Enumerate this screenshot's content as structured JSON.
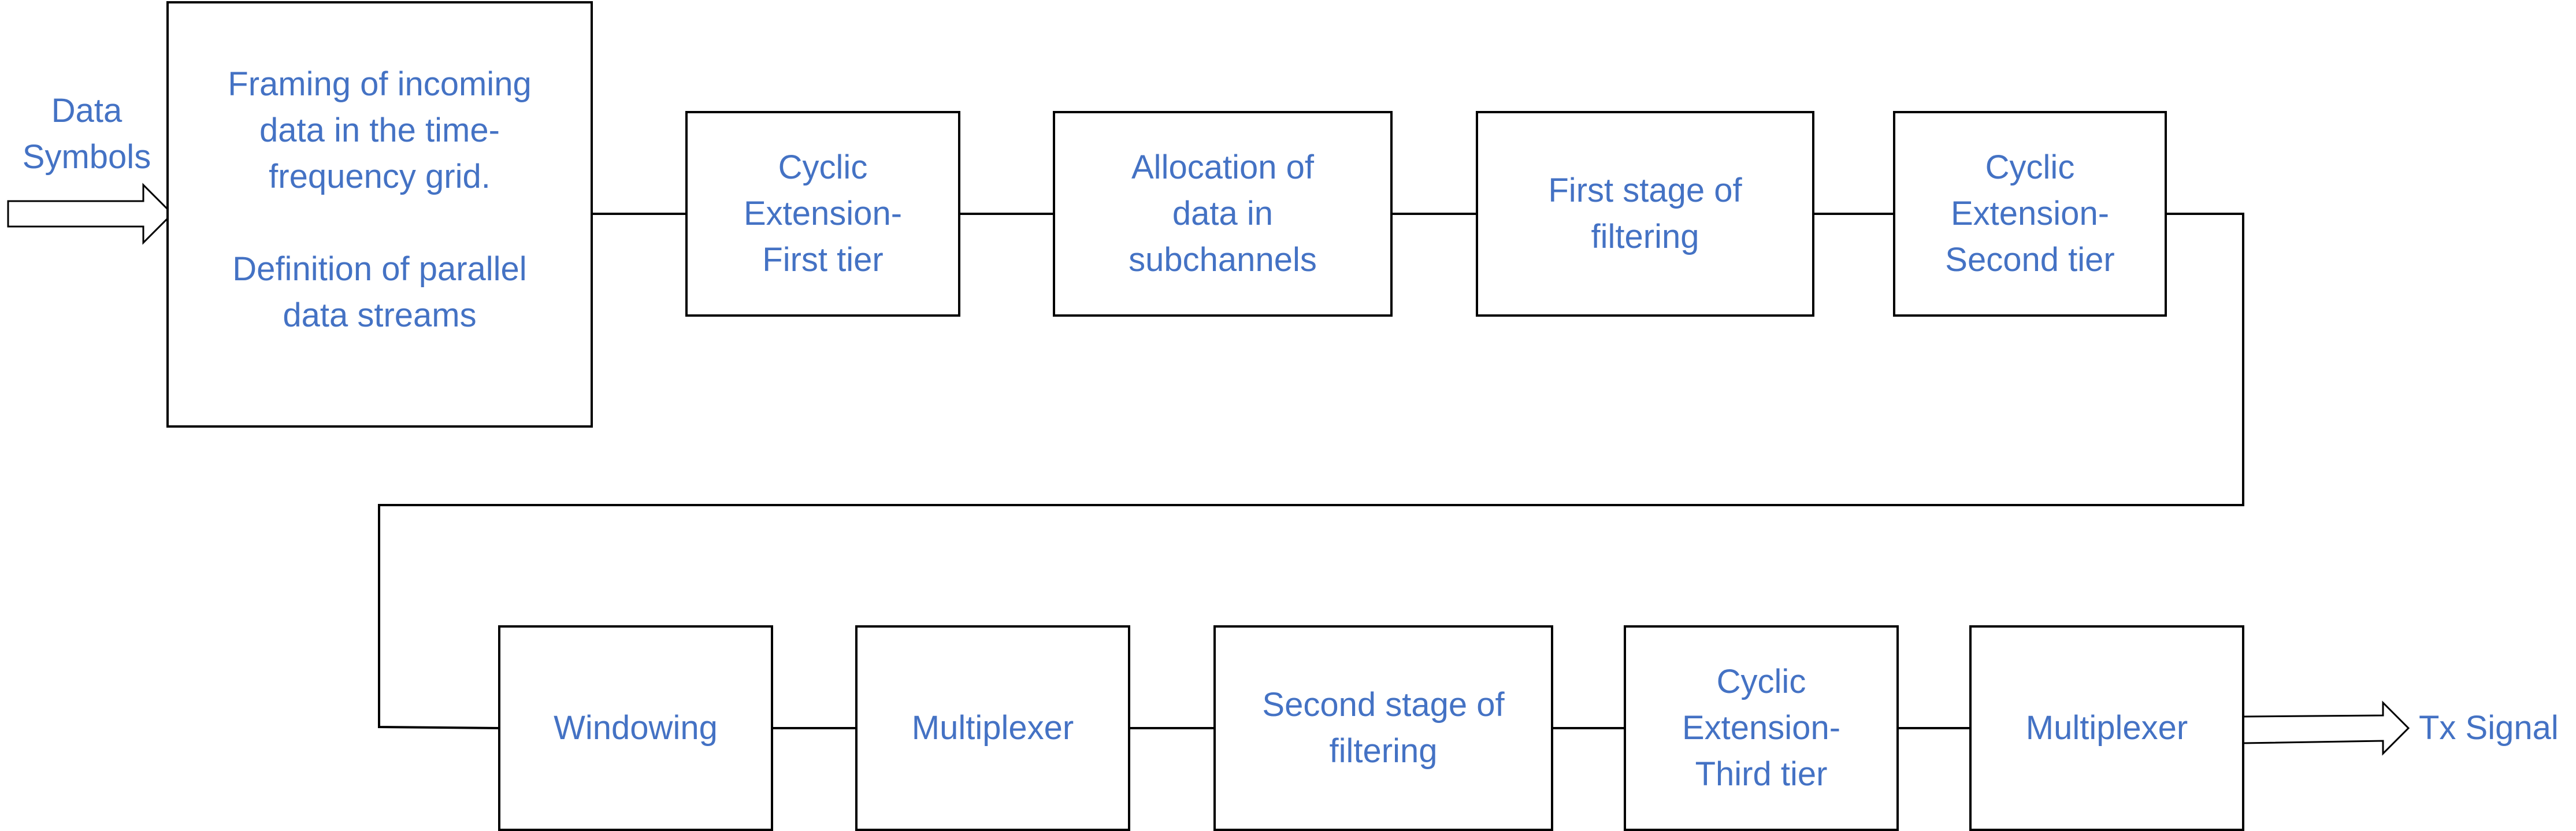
{
  "input_label": "Data\nSymbols",
  "output_label": "Tx Signal",
  "framing_block": {
    "line1": "Framing of incoming data in the time-frequency grid.",
    "line2": "Definition of parallel data streams"
  },
  "top_row": [
    {
      "label": "Cyclic Extension- First tier"
    },
    {
      "label": "Allocation of data in subchannels"
    },
    {
      "label": "First stage of filtering"
    },
    {
      "label": "Cyclic Extension- Second tier"
    }
  ],
  "bottom_row": [
    {
      "label": "Windowing"
    },
    {
      "label": "Multiplexer"
    },
    {
      "label": "Second stage of filtering"
    },
    {
      "label": "Cyclic Extension- Third tier"
    },
    {
      "label": "Multiplexer"
    }
  ],
  "colors": {
    "text": "#4472c4",
    "line": "#000000"
  }
}
